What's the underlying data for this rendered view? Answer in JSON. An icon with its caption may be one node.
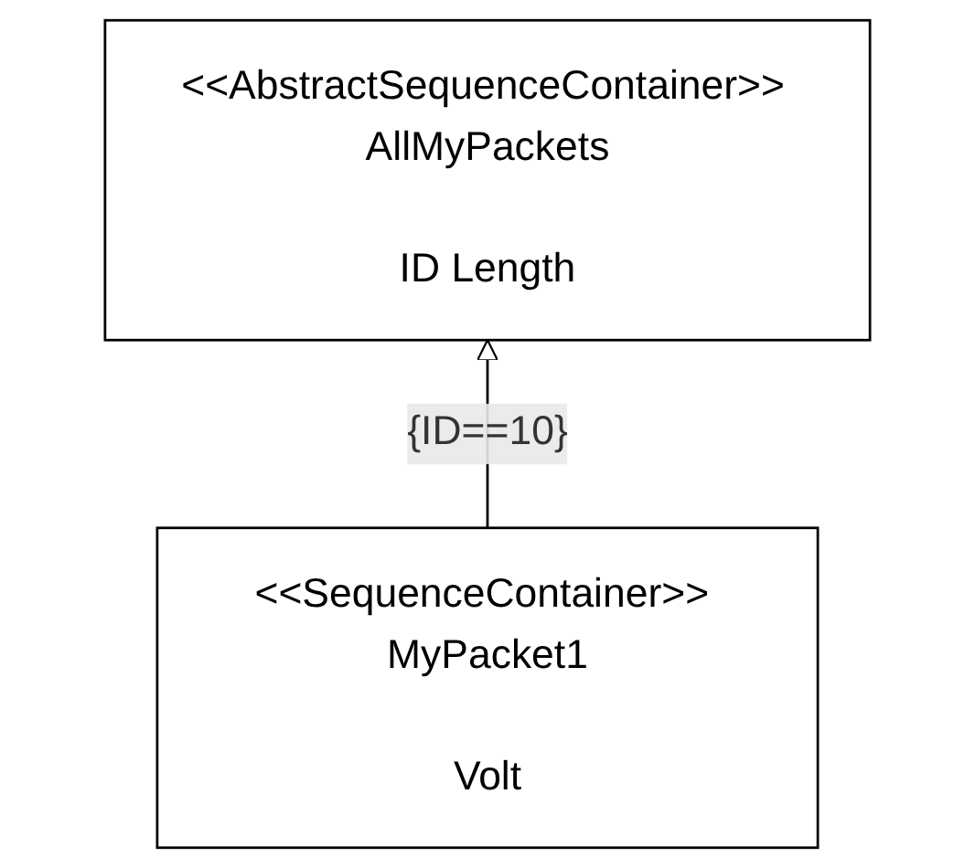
{
  "diagram": {
    "nodes": [
      {
        "text": [
          "<<AbstractSequenceContainer>> AllMyPackets",
          "ID Length"
        ]
      },
      {
        "text": [
          "<<SequenceContainer>> MyPacket1",
          "Volt"
        ]
      }
    ],
    "edges": [
      {
        "from": 1,
        "to": 0,
        "arrow": "to",
        "label": "{ID==10}"
      }
    ]
  }
}
